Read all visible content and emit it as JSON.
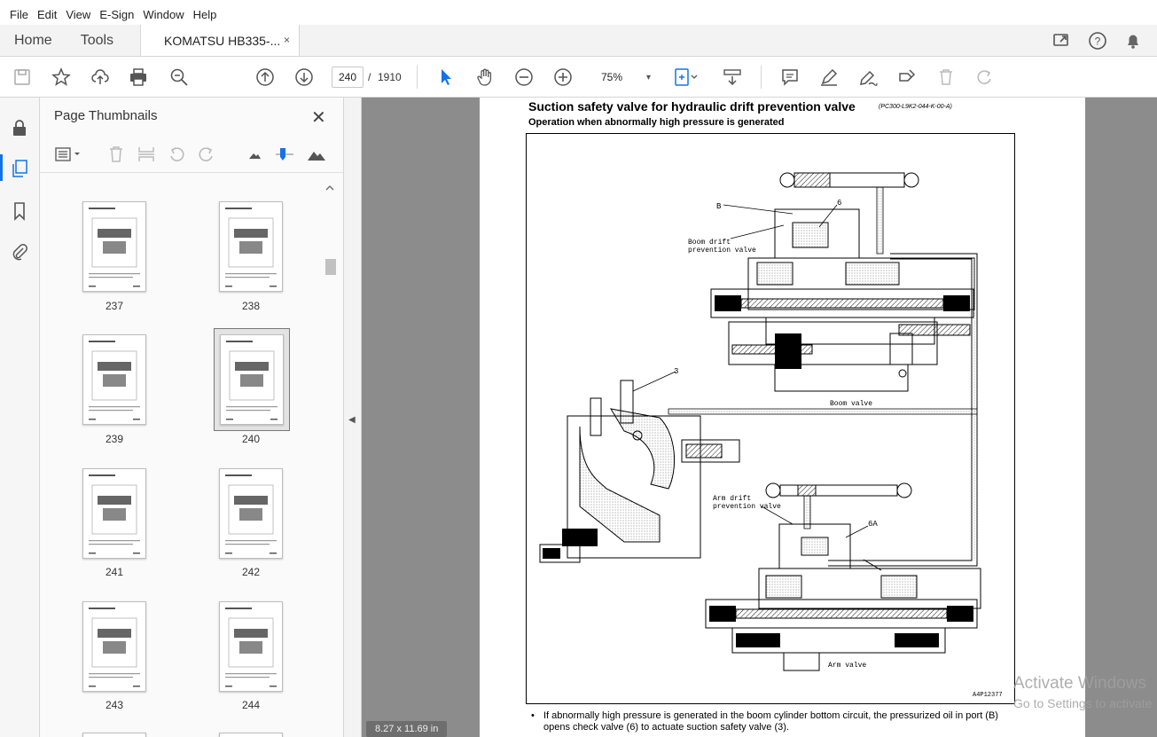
{
  "menu": {
    "items": [
      "File",
      "Edit",
      "View",
      "E-Sign",
      "Window",
      "Help"
    ]
  },
  "tabs": {
    "home": "Home",
    "tools": "Tools",
    "document": "KOMATSU HB335-...",
    "close": "×"
  },
  "toolbar": {
    "page_current": "240",
    "page_sep": "/",
    "page_total": "1910",
    "zoom": "75%",
    "zoom_caret": "▾"
  },
  "thumbnails": {
    "title": "Page Thumbnails",
    "close": "✕",
    "pages": [
      "237",
      "238",
      "239",
      "240",
      "241",
      "242",
      "243",
      "244"
    ],
    "selected": "240"
  },
  "document": {
    "heading": "Suction safety valve for hydraulic drift prevention valve",
    "code": "(PC300-L9K2-044-K-00-A)",
    "subheading": "Operation when abnormally high pressure is generated",
    "figure_labels": {
      "b": "B",
      "six": "6",
      "boom_drift_1": "Boom drift",
      "boom_drift_2": "prevention valve",
      "three": "3",
      "boom_valve": "Boom valve",
      "arm_drift_1": "Arm drift",
      "arm_drift_2": "prevention valve",
      "six_a": "6A",
      "arm_valve": "Arm valve",
      "fig_id": "A4P12377"
    },
    "bullet_line1": "If abnormally high pressure is generated in the boom cylinder bottom circuit, the pressurized oil in port (B)",
    "bullet_line2": "opens check valve (6) to actuate suction safety valve (3)."
  },
  "status": {
    "page_size": "8.27 x 11.69 in"
  },
  "watermark": {
    "line1": "Activate Windows",
    "line2": "Go to Settings to activate"
  },
  "colors": {
    "accent": "#1473e6",
    "workspace": "#8c8c8c"
  }
}
